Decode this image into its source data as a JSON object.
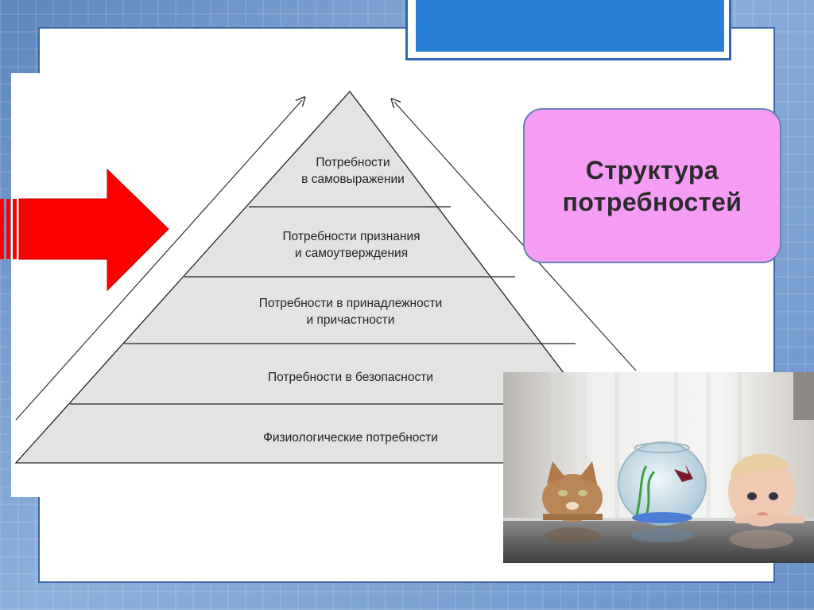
{
  "slide": {
    "title_line1": "Структура",
    "title_line2": "потребностей"
  },
  "pyramid": {
    "tiers": [
      {
        "line1": "Потребности",
        "line2": "в самовыражении"
      },
      {
        "line1": "Потребности признания",
        "line2": "и самоутверждения"
      },
      {
        "line1": "Потребности в принадлежности",
        "line2": "и причастности"
      },
      {
        "line1": "Потребности в безопасности",
        "line2": ""
      },
      {
        "line1": "Физиологические потребности",
        "line2": ""
      }
    ]
  },
  "colors": {
    "arrow": "#ff0000",
    "title_box": "#f59cf4",
    "banner": "#2b80d5",
    "pyramid_fill": "#e3e3e3"
  },
  "icons": {
    "arrow": "red-right-arrow-icon"
  }
}
